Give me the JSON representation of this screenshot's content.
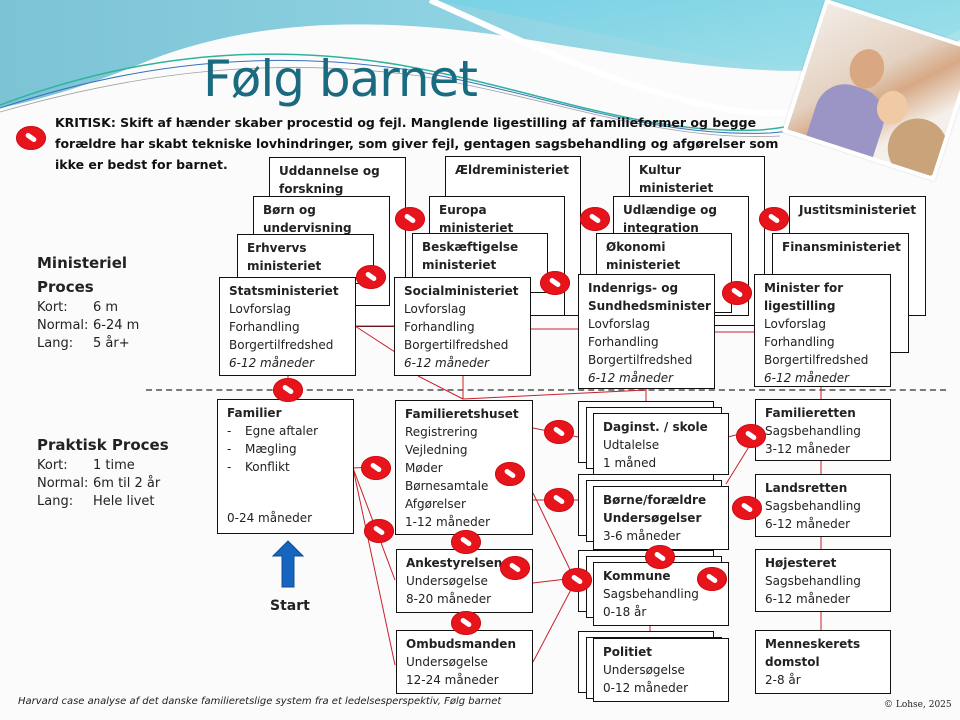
{
  "title": "Følg barnet",
  "critical_note": "KRITISK: Skift af hænder skaber procestid og fejl. Manglende ligestilling af familieformer og begge forældre har skabt tekniske lovhindringer, som giver fejl, gentagen sagsbehandling og afgørelser som ikke er bedst for barnet.",
  "ministerial_process": {
    "heading_line1": "Ministeriel",
    "heading_line2": "Proces",
    "rows": [
      {
        "label": "Kort:",
        "value": "6 m"
      },
      {
        "label": "Normal:",
        "value": "6-24 m"
      },
      {
        "label": "Lang:",
        "value": "5 år+"
      }
    ]
  },
  "practical_process": {
    "heading": "Praktisk Proces",
    "rows": [
      {
        "label": "Kort:",
        "value": "1 time"
      },
      {
        "label": "Normal:",
        "value": "6m til 2 år"
      },
      {
        "label": "Lang:",
        "value": "Hele livet"
      }
    ]
  },
  "ministries_background": {
    "uddannelse": "Uddannelse og forskning",
    "born": "Børn og undervisning",
    "erhverv": "Erhvervs ministeriet",
    "aeldre": "Ældreministeriet",
    "europa": "Europa ministeriet",
    "beskaeftigelse": "Beskæftigelse ministeriet",
    "kultur": "Kultur ministeriet",
    "udlaendige": "Udlændige og integration",
    "okonomi": "Økonomi ministeriet",
    "justits": "Justitsministeriet",
    "finans": "Finansministeriet"
  },
  "ministries_front": [
    {
      "name": "Statsministeriet",
      "lines": [
        "Lovforslag",
        "Forhandling",
        "Borgertilfredshed"
      ],
      "duration": "6-12 måneder"
    },
    {
      "name": "Socialministeriet",
      "lines": [
        "Lovforslag",
        "Forhandling",
        "Borgertilfredshed"
      ],
      "duration": "6-12 måneder"
    },
    {
      "name": "Indenrigs- og Sundhedsminister",
      "lines": [
        "Lovforslag",
        "Forhandling",
        "Borgertilfredshed"
      ],
      "duration": "6-12 måneder"
    },
    {
      "name": "Minister for ligestilling",
      "lines": [
        "Lovforslag",
        "Forhandling",
        "Borgertilfredshed"
      ],
      "duration": "6-12 måneder"
    }
  ],
  "familier": {
    "name": "Familier",
    "bullets": [
      "Egne aftaler",
      "Mægling",
      "Konflikt"
    ],
    "duration": "0-24 måneder"
  },
  "familieretshuset": {
    "name": "Familieretshuset",
    "lines": [
      "Registrering",
      "Vejledning",
      "Møder",
      "Børnesamtale",
      "Afgørelser",
      "1-12 måneder"
    ]
  },
  "ankestyrelsen": {
    "name": "Ankestyrelsen",
    "lines": [
      "Undersøgelse",
      "8-20 måneder"
    ]
  },
  "ombudsmanden": {
    "name": "Ombudsmanden",
    "lines": [
      "Undersøgelse",
      "12-24 måneder"
    ]
  },
  "daginst": {
    "name": "Daginst. / skole",
    "lines": [
      "Udtalelse",
      "1 måned"
    ]
  },
  "borne": {
    "name_line1": "Børne/forældre",
    "name_line2": "Undersøgelser",
    "lines": [
      "3-6 måneder"
    ]
  },
  "kommune": {
    "name": "Kommune",
    "lines": [
      "Sagsbehandling",
      "0-18 år"
    ]
  },
  "politiet": {
    "name": "Politiet",
    "lines": [
      "Undersøgelse",
      "0-12 måneder"
    ]
  },
  "familieretten": {
    "name": "Familieretten",
    "lines": [
      "Sagsbehandling",
      "3-12 måneder"
    ]
  },
  "landsretten": {
    "name": "Landsretten",
    "lines": [
      "Sagsbehandling",
      "6-12 måneder"
    ]
  },
  "hojesteret": {
    "name": "Højesteret",
    "lines": [
      "Sagsbehandling",
      "6-12 måneder"
    ]
  },
  "menneskeret": {
    "name": "Menneskerets domstol",
    "lines": [
      "2-8 år"
    ]
  },
  "start_label": "Start",
  "footer": "Harvard case analyse af det danske familieretslige system fra et ledelsesperspektiv, Følg barnet",
  "copyright": "© Lohse, 2025",
  "colors": {
    "title": "#1a6a80",
    "warning_red": "#e8141c",
    "connector_red": "#c8202a",
    "start_arrow_blue": "#1565c0"
  }
}
